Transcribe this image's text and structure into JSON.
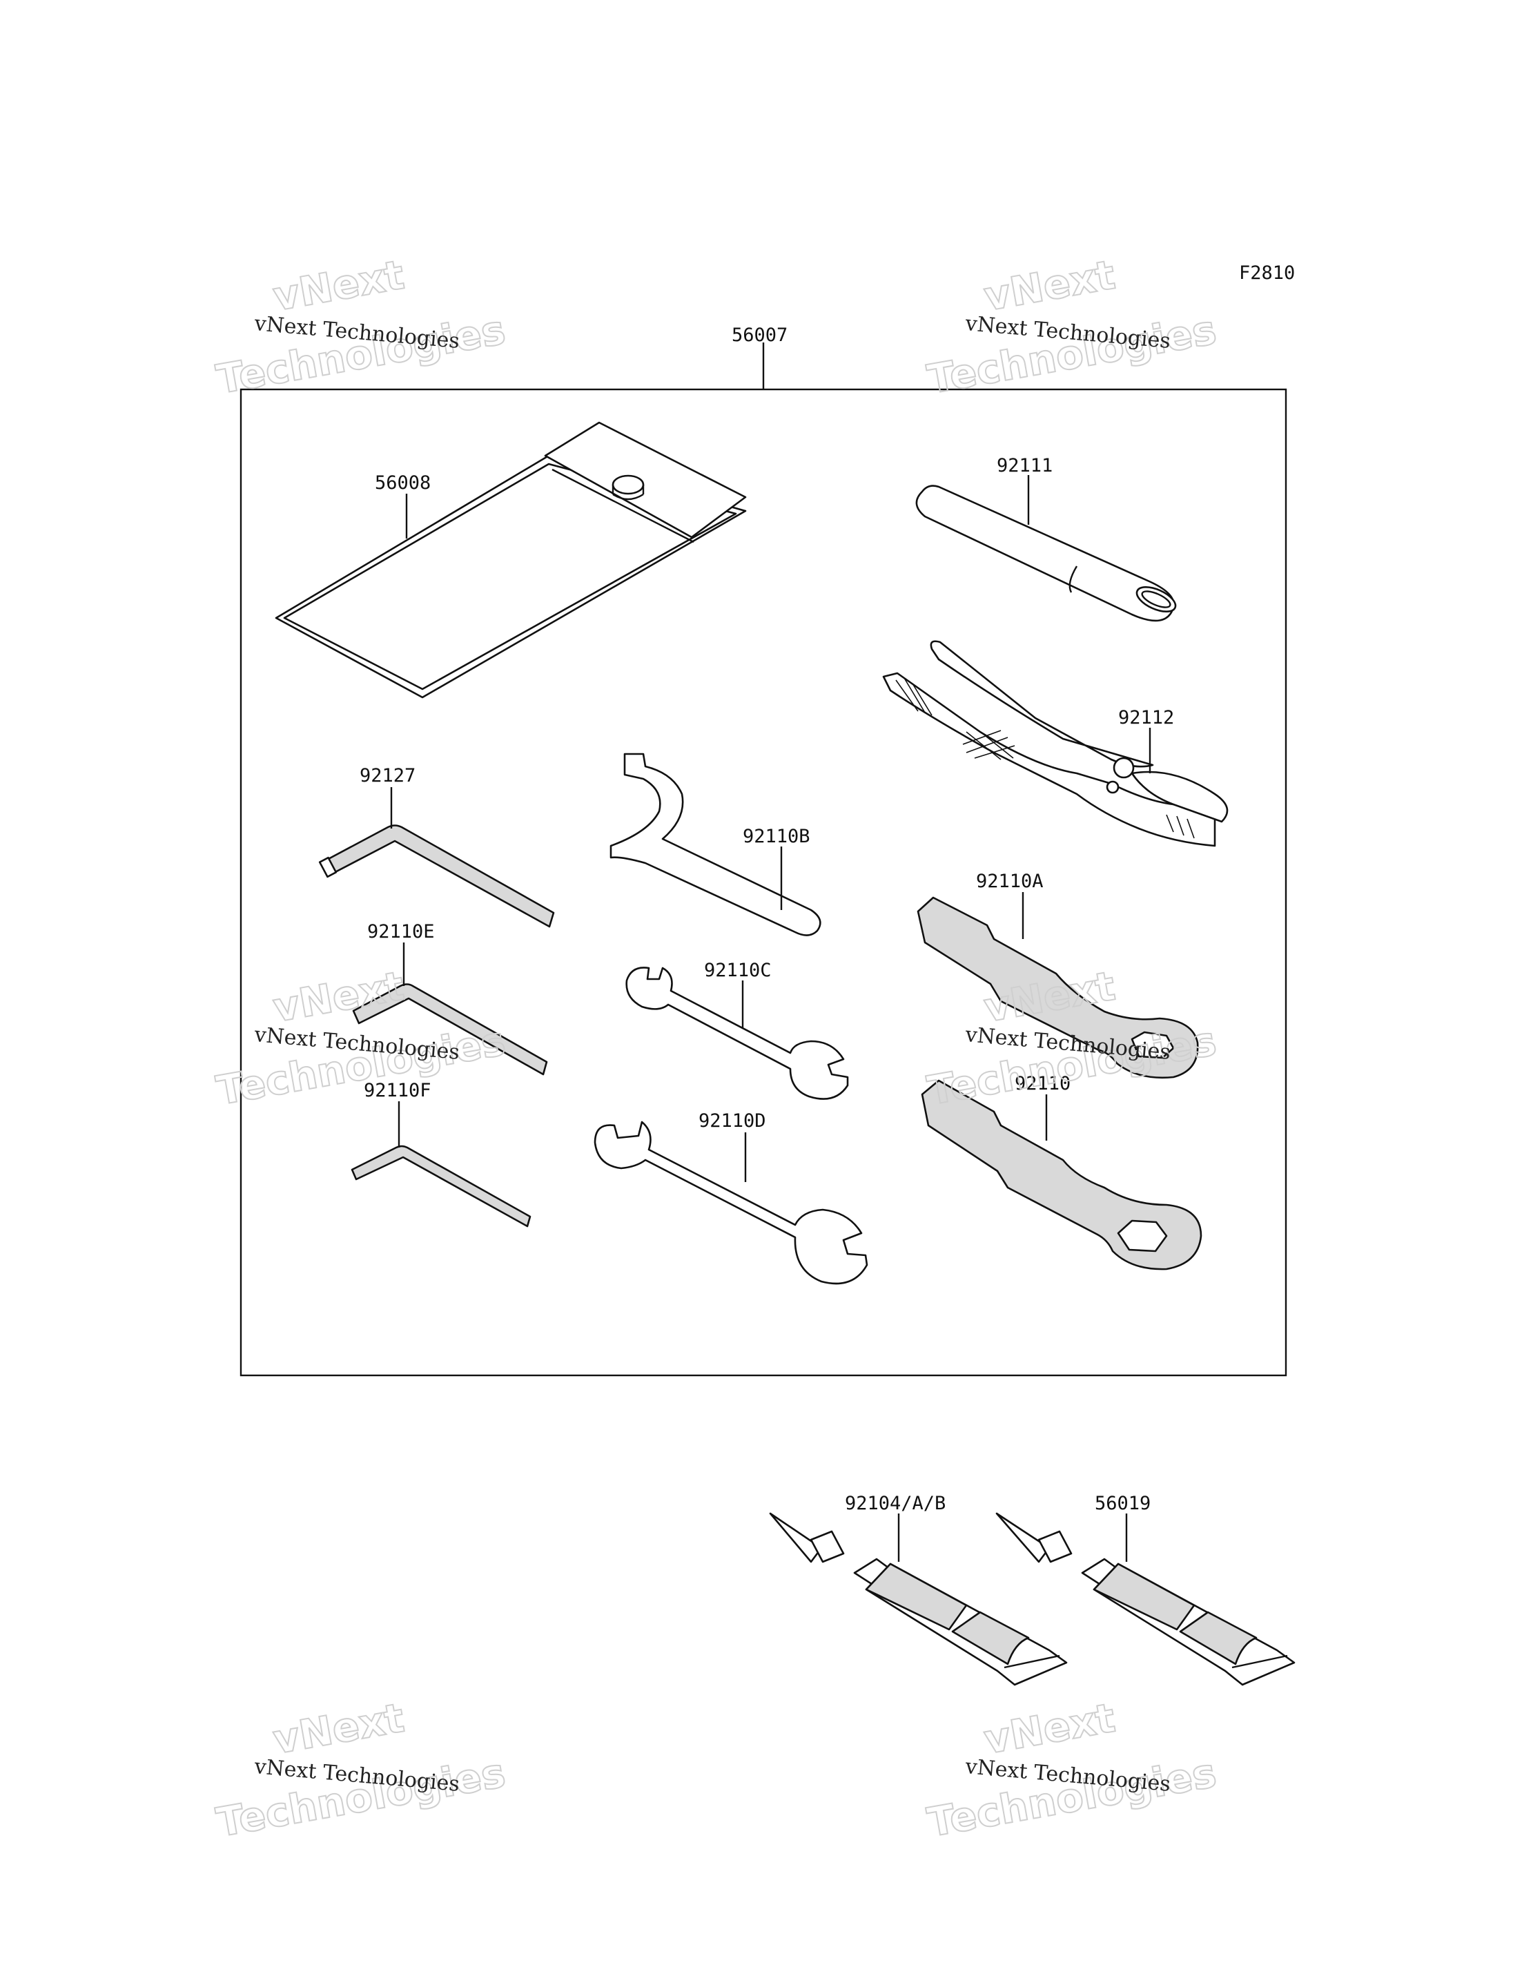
{
  "figure_code": "F2810",
  "watermark": {
    "small": "vNext Technologies",
    "line1": "vNext",
    "line2": "Technologies"
  },
  "parts": {
    "kit": "56007",
    "pouch": "56008",
    "handle": "92111",
    "pliers": "92112",
    "hex_wrench_l": "92127",
    "hook_wrench": "92110B",
    "ring_wrench_a": "92110A",
    "hex_wrench_e": "92110E",
    "open_wrench_c": "92110C",
    "ring_wrench": "92110",
    "hex_wrench_f": "92110F",
    "open_wrench_d": "92110D",
    "tube_bond": "92104/A/B",
    "tube_grease": "56019"
  }
}
